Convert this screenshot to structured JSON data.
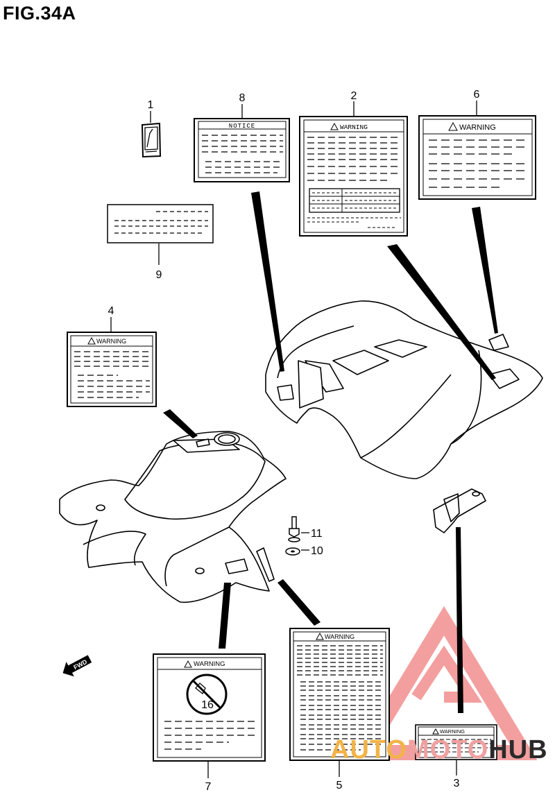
{
  "figure": {
    "title": "FIG.34A"
  },
  "labels": {
    "warning": "WARNING",
    "notice": "NOTICE",
    "fwd": "FWD",
    "no_riders": "16"
  },
  "callouts": {
    "c1": "1",
    "c2": "2",
    "c3": "3",
    "c4": "4",
    "c5": "5",
    "c6": "6",
    "c7": "7",
    "c8": "8",
    "c9": "9",
    "c10": "10",
    "c11": "11"
  },
  "watermark": {
    "part1": "AUTO",
    "part2": "MOTO",
    "part3": "HUB",
    "accent": "#f07b7b"
  }
}
